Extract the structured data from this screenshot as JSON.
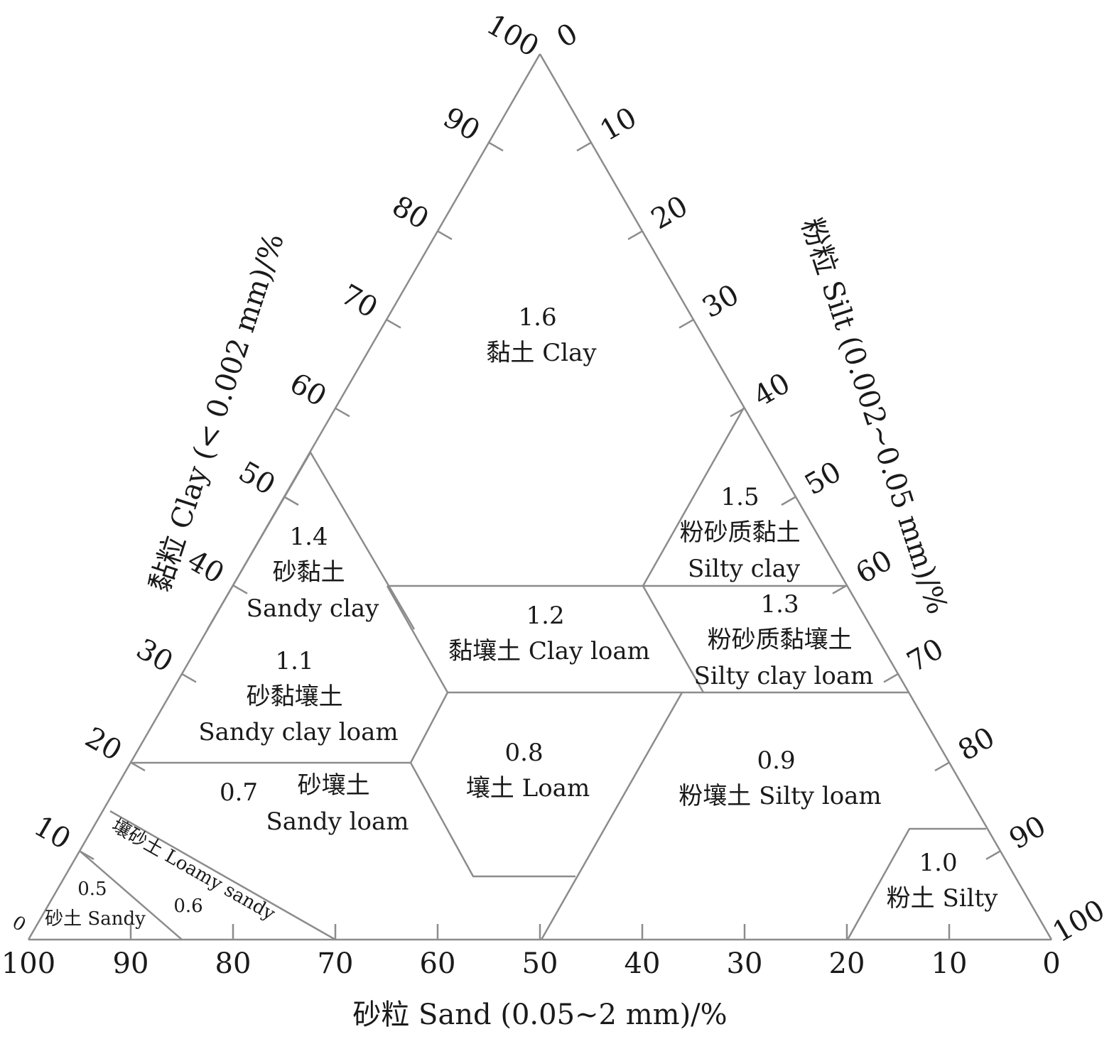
{
  "axes": {
    "sand_title": "砂粒 Sand (0.05~2 mm)/%",
    "clay_title": "黏粒 Clay (< 0.002 mm)/%",
    "silt_title": "粉粒 Silt (0.002~0.05 mm)/%"
  },
  "ticks": {
    "sand": [
      "100",
      "90",
      "80",
      "70",
      "60",
      "50",
      "40",
      "30",
      "20",
      "10",
      "0"
    ],
    "clay": [
      "0",
      "10",
      "20",
      "30",
      "40",
      "50",
      "60",
      "70",
      "80",
      "90",
      "100"
    ],
    "silt": [
      "0",
      "10",
      "20",
      "30",
      "40",
      "50",
      "60",
      "70",
      "80",
      "90",
      "100"
    ]
  },
  "regions": [
    {
      "id": "clay",
      "value": "1.6",
      "zh": "黏土",
      "en": "Clay",
      "lines": [
        "1.6",
        "黏土 Clay"
      ]
    },
    {
      "id": "silty-clay",
      "value": "1.5",
      "zh": "粉砂质黏土",
      "en": "Silty clay",
      "lines": [
        "1.5",
        "粉砂质黏土",
        "Silty clay"
      ]
    },
    {
      "id": "sandy-clay",
      "value": "1.4",
      "zh": "砂黏土",
      "en": "Sandy clay",
      "lines": [
        "1.4",
        "砂黏土",
        "Sandy clay"
      ]
    },
    {
      "id": "silty-clay-loam",
      "value": "1.3",
      "zh": "粉砂质黏壤土",
      "en": "Silty clay loam",
      "lines": [
        "1.3",
        "粉砂质黏壤土",
        "Silty clay loam"
      ]
    },
    {
      "id": "clay-loam",
      "value": "1.2",
      "zh": "黏壤土",
      "en": "Clay loam",
      "lines": [
        "1.2",
        "黏壤土 Clay loam"
      ]
    },
    {
      "id": "sandy-clay-loam",
      "value": "1.1",
      "zh": "砂黏壤土",
      "en": "Sandy clay loam",
      "lines": [
        "1.1",
        "砂黏壤土",
        "Sandy clay loam"
      ]
    },
    {
      "id": "silty",
      "value": "1.0",
      "zh": "粉土",
      "en": "Silty",
      "lines": [
        "1.0",
        "粉土 Silty"
      ]
    },
    {
      "id": "silty-loam",
      "value": "0.9",
      "zh": "粉壤土",
      "en": "Silty loam",
      "lines": [
        "0.9",
        "粉壤土 Silty loam"
      ]
    },
    {
      "id": "loam",
      "value": "0.8",
      "zh": "壤土",
      "en": "Loam",
      "lines": [
        "0.8",
        "壤土 Loam"
      ]
    },
    {
      "id": "sandy-loam",
      "value": "0.7",
      "zh": "砂壤土",
      "en": "Sandy loam",
      "lines": [
        "0.7",
        "砂壤土",
        "Sandy loam"
      ]
    },
    {
      "id": "loamy-sandy",
      "value": "0.6",
      "zh": "壤砂土",
      "en": "Loamy sandy",
      "lines": [
        "0.6",
        "壤砂土 Loamy sandy"
      ]
    },
    {
      "id": "sandy",
      "value": "0.5",
      "zh": "砂土",
      "en": "Sandy",
      "lines": [
        "0.5",
        "砂土 Sandy"
      ]
    }
  ]
}
